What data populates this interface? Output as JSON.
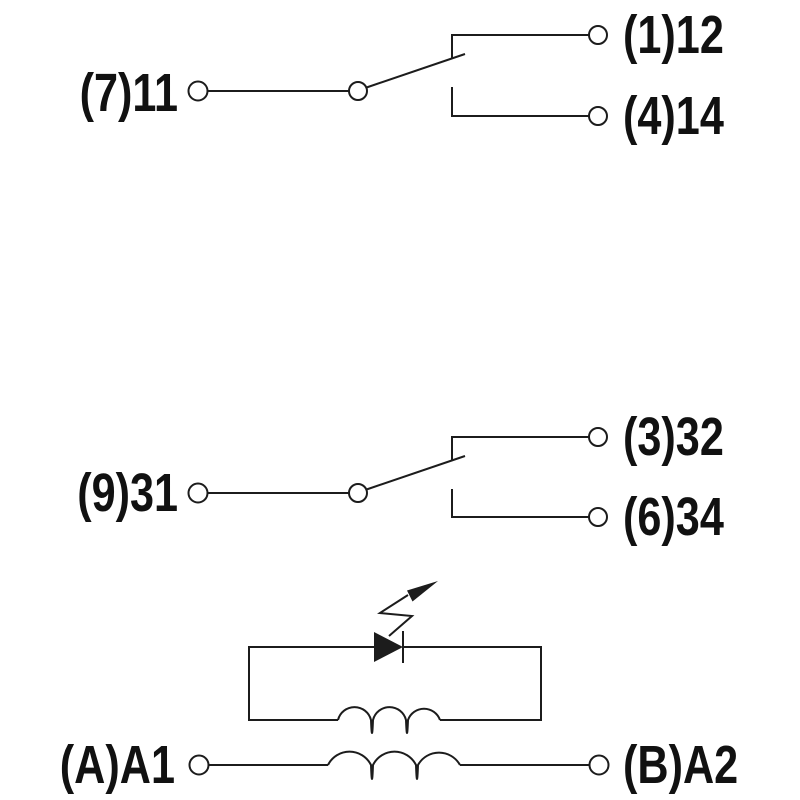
{
  "diagram": {
    "kind": "relay wiring diagram",
    "contacts": [
      {
        "common_label": "(7)11",
        "nc_label": "(1)12",
        "no_label": "(4)14"
      },
      {
        "common_label": "(9)31",
        "nc_label": "(3)32",
        "no_label": "(6)34"
      }
    ],
    "coil": {
      "left_label": "(A)A1",
      "right_label": "(B)A2"
    },
    "symbols": {
      "led": "led-indicator-diode-icon",
      "emission_arrow": "led-emission-arrow-icon",
      "winding": "coil-winding-icon",
      "terminal": "terminal-circle-icon"
    }
  },
  "colors": {
    "line": "#1c1c1c",
    "text": "#111111",
    "background": "#ffffff"
  }
}
